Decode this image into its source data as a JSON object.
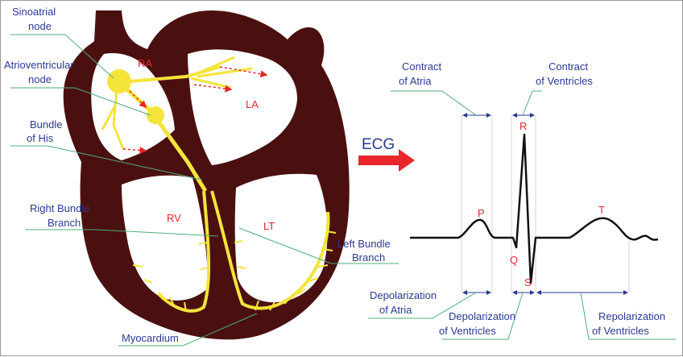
{
  "heart": {
    "chambers": {
      "ra": "RA",
      "la": "LA",
      "rv": "RV",
      "lt": "LT"
    },
    "labels": {
      "sinoatrial_1": "Sinoatrial",
      "sinoatrial_2": "node",
      "av_1": "Atrioventricular",
      "av_2": "node",
      "his_1": "Bundle",
      "his_2": "of His",
      "rbb_1": "Right Bundle",
      "rbb_2": "Branch",
      "lbb_1": "Left Bundle",
      "lbb_2": "Branch",
      "myocardium": "Myocardium"
    }
  },
  "ecg": {
    "title": "ECG",
    "waves": {
      "p": "P",
      "q": "Q",
      "r": "R",
      "s": "S",
      "t": "T"
    },
    "labels": {
      "contract_atria_1": "Contract",
      "contract_atria_2": "of Atria",
      "contract_vent_1": "Contract",
      "contract_vent_2": "of Ventricles",
      "depol_atria_1": "Depolarization",
      "depol_atria_2": "of Atria",
      "depol_vent_1": "Depolarization",
      "depol_vent_2": "of Ventricles",
      "repol_vent_1": "Repolarization",
      "repol_vent_2": "of Ventricles"
    }
  },
  "colors": {
    "heart": "#4a1010",
    "conduction": "#f5e43a",
    "label": "#2b3990",
    "marker": "#e8262b",
    "leader": "#4caf7a",
    "trace": "#111111"
  }
}
